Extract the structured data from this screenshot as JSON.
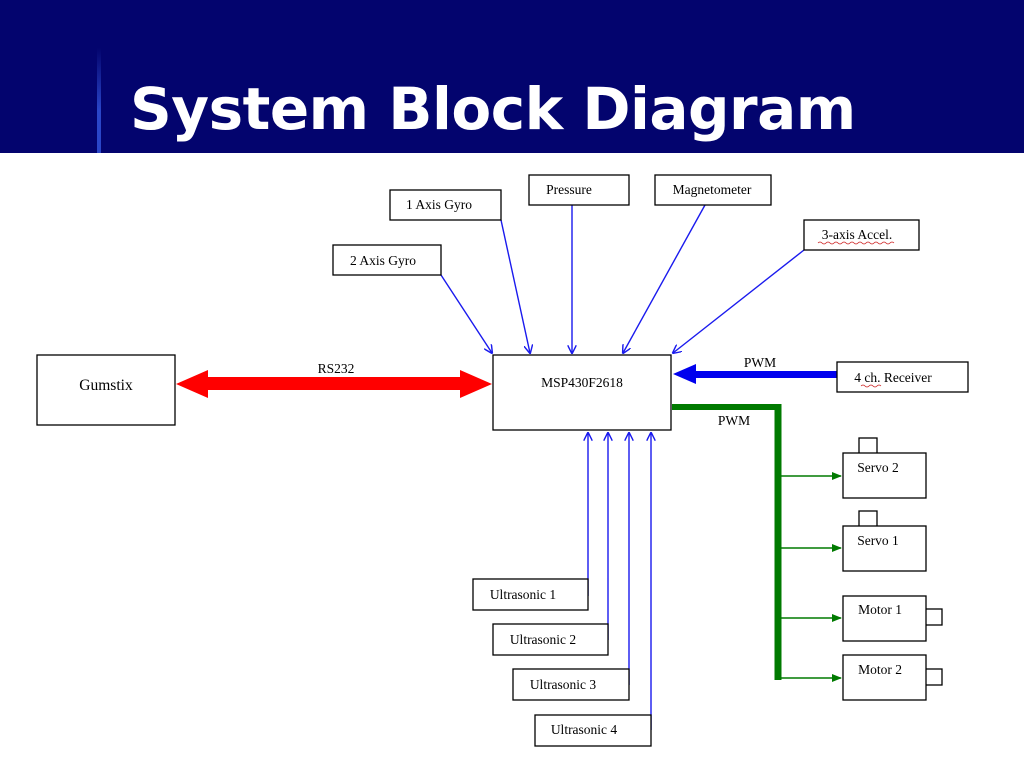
{
  "slide": {
    "title": "System Block Diagram",
    "colors": {
      "title_bar": "#03046e",
      "title_text": "#ffffff",
      "rs232_link": "#ff0000",
      "pwm_in_link": "#0000ee",
      "pwm_out_bus": "#007a00",
      "sensor_links": "#1a1aee"
    }
  },
  "diagram": {
    "blocks": {
      "gumstix": "Gumstix",
      "mcu": "MSP430F2618",
      "gyro_1axis": "1 Axis Gyro",
      "gyro_2axis": "2 Axis Gyro",
      "pressure": "Pressure",
      "magnetometer": "Magnetometer",
      "accel": "3-axis Accel.",
      "receiver": "4 ch. Receiver",
      "servo2": "Servo 2",
      "servo1": "Servo 1",
      "motor1": "Motor 1",
      "motor2": "Motor 2",
      "ultrasonic1": "Ultrasonic 1",
      "ultrasonic2": "Ultrasonic 2",
      "ultrasonic3": "Ultrasonic 3",
      "ultrasonic4": "Ultrasonic 4"
    },
    "links": {
      "rs232": "RS232",
      "pwm_in": "PWM",
      "pwm_out": "PWM"
    }
  }
}
